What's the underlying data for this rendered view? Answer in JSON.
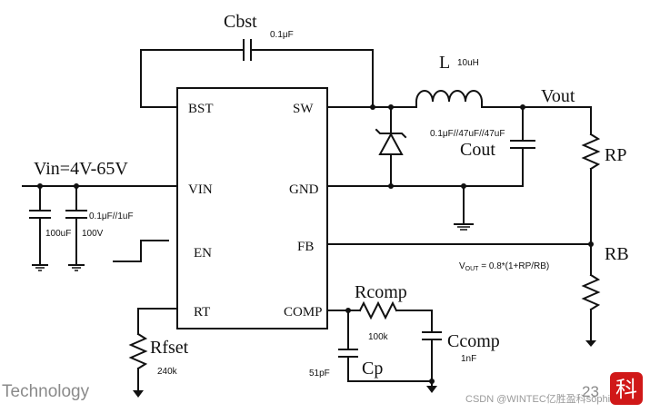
{
  "labels": {
    "cbst": "Cbst",
    "cbst_value": "0.1μF",
    "inductor": "L",
    "inductor_value": "10uH",
    "vout": "Vout",
    "cout_values": "0.1μF//47uF//47uF",
    "cout": "Cout",
    "rp": "RP",
    "rb": "RB",
    "vin": "Vin=4V-65V",
    "cin_value_1": "0.1μF//1uF",
    "cin_value_2": "100uF",
    "cin_rating": "100V",
    "rcomp": "Rcomp",
    "rcomp_value": "100k",
    "ccomp": "Ccomp",
    "ccomp_value": "1nF",
    "cp": "Cp",
    "cp_value": "51pF",
    "rfset": "Rfset",
    "rfset_value": "240k"
  },
  "ic_pins": {
    "bst": "BST",
    "sw": "SW",
    "vin": "VIN",
    "gnd": "GND",
    "en": "EN",
    "fb": "FB",
    "rt": "RT",
    "comp": "COMP"
  },
  "formula": {
    "v": "V",
    "sub": "OUT",
    "rest": " = 0.8*(1+RP/RB)"
  },
  "footer": {
    "left": "Technology",
    "page_number": "23",
    "watermark": "CSDN @WINTEC亿胜盈科sophie"
  },
  "logo": {
    "glyph": "科",
    "color": "#d01818"
  }
}
